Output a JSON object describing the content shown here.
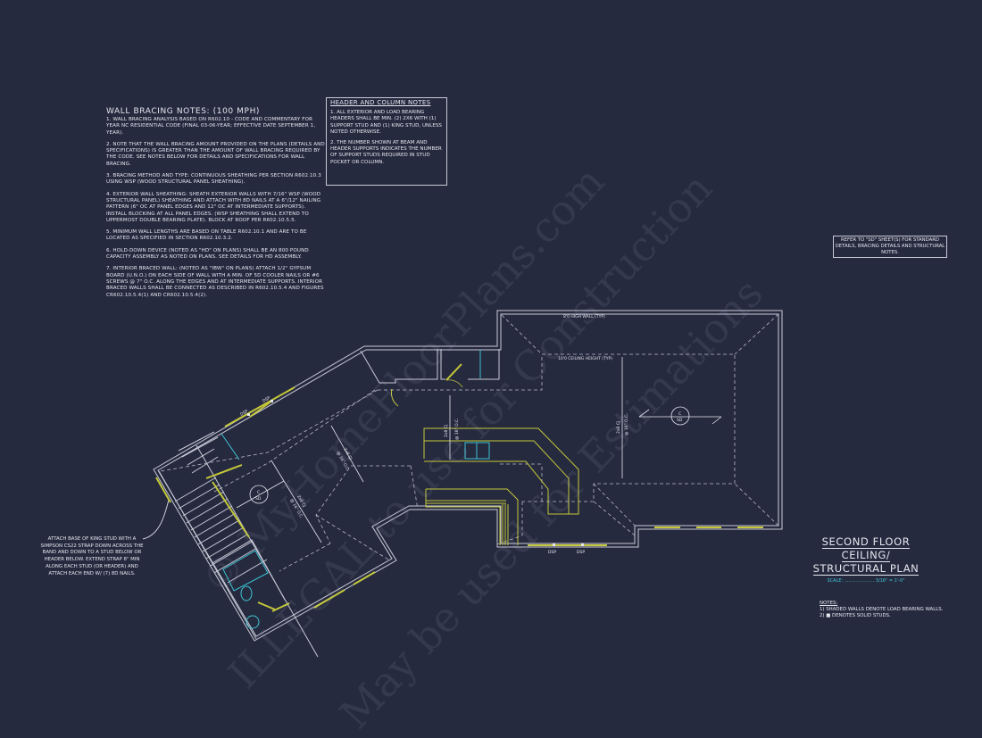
{
  "wall_bracing_notes": {
    "title": "WALL BRACING NOTES: (100 MPH)",
    "items": [
      "1. WALL BRACING ANALYSIS BASED ON R602.10 - CODE AND COMMENTARY FOR YEAR NC RESIDENTIAL CODE (FINAL 03-06-YEAR; EFFECTIVE DATE SEPTEMBER 1, YEAR).",
      "2. NOTE THAT THE WALL BRACING AMOUNT PROVIDED ON THE PLANS (DETAILS AND SPECIFICATIONS) IS GREATER THAN THE AMOUNT OF WALL BRACING REQUIRED BY THE CODE. SEE NOTES BELOW FOR DETAILS AND SPECIFICATIONS FOR WALL BRACING.",
      "3. BRACING METHOD AND TYPE: CONTINUOUS SHEATHING PER SECTION R602.10.3 USING WSP (WOOD STRUCTURAL PANEL SHEATHING).",
      "4. EXTERIOR WALL SHEATHING: SHEATH EXTERIOR WALLS WITH 7/16\" WSP (WOOD STRUCTURAL PANEL) SHEATHING AND ATTACH WITH 8d NAILS AT A 6\"/12\" NAILING PATTERN (6\" OC AT PANEL EDGES AND 12\" OC AT INTERMEDIATE SUPPORTS). INSTALL BLOCKING AT ALL PANEL EDGES. (WSP SHEATHING SHALL EXTEND TO UPPERMOST DOUBLE BEARING PLATE). BLOCK AT ROOF PER R602.10.5.5.",
      "5. MINIMUM WALL LENGTHS ARE BASED ON TABLE R602.10.1 AND ARE TO BE LOCATED AS SPECIFIED IN SECTION R602.10.3.2.",
      "6. HOLD-DOWN DEVICE (NOTED AS \"HD\" ON PLANS) SHALL BE AN 800 POUND CAPACITY ASSEMBLY AS NOTED ON PLANS. SEE DETAILS FOR HD ASSEMBLY.",
      "7. INTERIOR BRACED WALL: (NOTED AS \"IBW\" ON PLANS) ATTACH 1/2\" GYPSUM BOARD (U.N.O.) ON EACH SIDE OF WALL WITH A MIN. OF 5d COOLER NAILS OR #6 SCREWS @ 7\" O.C. ALONG THE EDGES AND AT INTERMEDIATE SUPPORTS. INTERIOR BRACED WALLS SHALL BE CONNECTED AS DESCRIBED IN R602.10.5.4 AND FIGURES CR602.10.5.4(1) AND CR602.10.5.4(2)."
    ]
  },
  "header_column_notes": {
    "title": "HEADER AND COLUMN NOTES",
    "items": [
      "1. ALL EXTERIOR AND LOAD BEARING HEADERS SHALL BE MIN. (2) 2x6 WITH (1) SUPPORT STUD AND (1) KING STUD, UNLESS NOTED OTHERWISE.",
      "2. THE NUMBER SHOWN AT BEAM AND HEADER SUPPORTS INDICATES THE NUMBER OF SUPPORT STUDS REQUIRED IN STUD POCKET OR COLUMN."
    ]
  },
  "refer_note": "REFER TO \"SD\" SHEET(S) FOR STANDARD DETAILS, BRACING DETAILS AND STRUCTURAL NOTES.",
  "plan_title": {
    "line1": "SECOND FLOOR CEILING/",
    "line2": "STRUCTURAL PLAN",
    "scale": "SCALE: ..................... 3/16\" = 1'-0\""
  },
  "bottom_notes": {
    "heading": "NOTES:",
    "items": [
      "1) SHADED WALLS DENOTE LOAD BEARING WALLS.",
      "2) ■ DENOTES SOLID STUDS."
    ]
  },
  "strap_note": "ATTACH BASE OF KING STUD WITH A SIMPSON CS22 STRAP DOWN ACROSS THE BAND AND DOWN TO A STUD BELOW OR HEADER BELOW. EXTEND STRAP 8\" MIN ALONG EACH STUD (OR HEADER) AND ATTACH EACH END W/ (7) 8d NAILS.",
  "plan_labels": {
    "high_wall": "8'0 HIGH WALL (TYP)",
    "ceiling_height": "10'0 CEILING HEIGHT (TYP)",
    "joist": "2x8 CJ",
    "spacing": "@ 16\" O.C.",
    "dsp": "DSP",
    "section_c": "C",
    "section_sd": "SD"
  },
  "watermark": [
    "© MyHomeFloorPlans.com",
    "ILLEGAL to use for Construction",
    "May be used for Estimations"
  ],
  "colors": {
    "background": "#262a3f",
    "wall": "#c9cad6",
    "load_bearing": "#c4c83a",
    "fixture": "#3cc3d2",
    "text": "#e6e6ee"
  }
}
